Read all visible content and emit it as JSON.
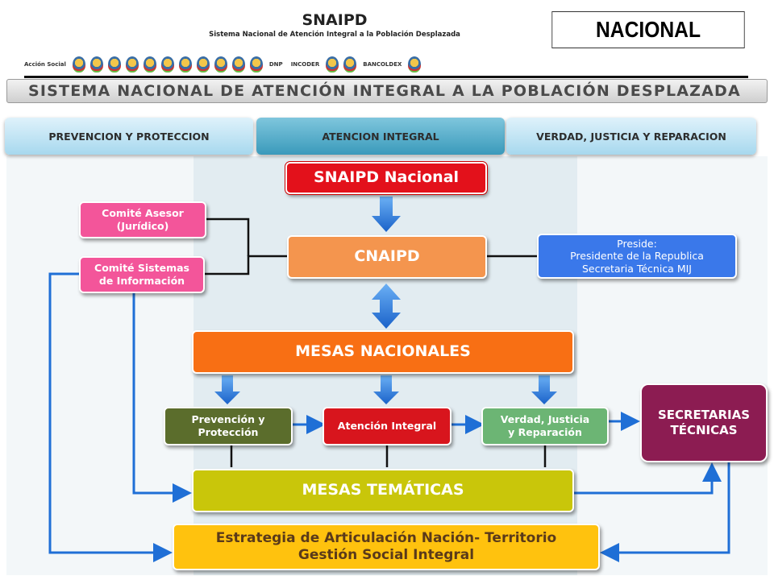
{
  "header": {
    "title": "SNAIPD",
    "subtitle": "Sistema Nacional de Atención Integral a la Población Desplazada",
    "badge": "NACIONAL",
    "logos": [
      {
        "name": "accion-social-logo",
        "text": "Acción Social"
      },
      {
        "name": "programa-logo",
        "text": ""
      },
      {
        "name": "ministerio-seal-1",
        "text": ""
      },
      {
        "name": "ministerio-seal-2",
        "text": ""
      },
      {
        "name": "ministerio-seal-3",
        "text": ""
      },
      {
        "name": "ministerio-seal-4",
        "text": ""
      },
      {
        "name": "ministerio-seal-5",
        "text": ""
      },
      {
        "name": "ministerio-seal-6",
        "text": ""
      },
      {
        "name": "ministerio-seal-7",
        "text": ""
      },
      {
        "name": "ministerio-seal-8",
        "text": ""
      },
      {
        "name": "ministerio-seal-9",
        "text": ""
      },
      {
        "name": "defensoria-logo",
        "text": ""
      },
      {
        "name": "dnp-logo",
        "text": "DNP"
      },
      {
        "name": "incoder-logo",
        "text": "INCODER"
      },
      {
        "name": "icbf-logo",
        "text": ""
      },
      {
        "name": "sena-logo",
        "text": ""
      },
      {
        "name": "bancoldex-logo",
        "text": "BANCOLDEX"
      },
      {
        "name": "banagrario-logo",
        "text": ""
      }
    ]
  },
  "banner": "SISTEMA NACIONAL DE ATENCIÓN INTEGRAL A LA POBLACIÓN DESPLAZADA",
  "tabs": {
    "prevencion": "PREVENCION Y PROTECCION",
    "atencion": "ATENCION INTEGRAL",
    "verdad": "VERDAD, JUSTICIA Y REPARACION"
  },
  "diagram": {
    "snaipd_nacional": "SNAIPD Nacional",
    "cnaipd": "CNAIPD",
    "comite_asesor": "Comité Asesor\n(Jurídico)",
    "comite_sistemas": "Comité Sistemas\nde Información",
    "preside": "Preside:\nPresidente de la Republica\nSecretaria Técnica MIJ",
    "mesas_nacionales": "MESAS NACIONALES",
    "prevencion_proteccion": "Prevención y\nProtección",
    "atencion_integral": "Atención Integral",
    "verdad_justicia": "Verdad, Justicia\ny Reparación",
    "secretarias": "SECRETARIAS\nTÉCNICAS",
    "mesas_tematicas": "MESAS TEMÁTICAS",
    "estrategia": "Estrategia de Articulación Nación- Territorio\nGestión Social Integral"
  }
}
